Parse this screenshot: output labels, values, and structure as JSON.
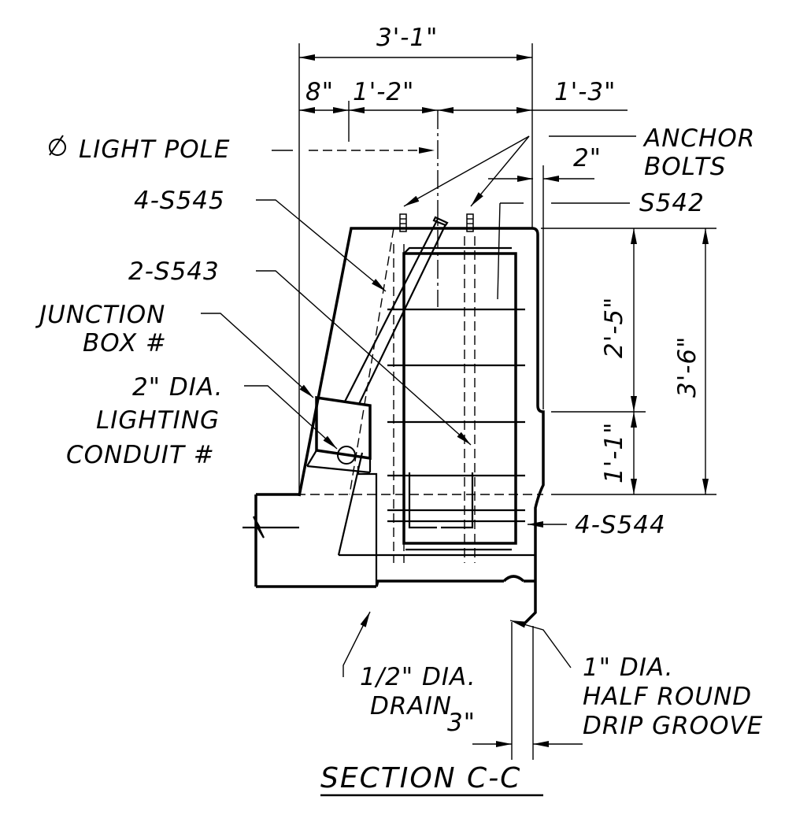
{
  "title": "SECTION C-C",
  "dimensions": {
    "overall_width": "3'-1\"",
    "left_offset": "8\"",
    "pole_offset": "1'-2\"",
    "right_offset": "1'-3\"",
    "bolt_offset": "2\"",
    "upper_height": "2'-5\"",
    "lower_height": "1'-1\"",
    "total_height": "3'-6\"",
    "groove_offset": "3\""
  },
  "labels": {
    "light_pole": "LIGHT POLE",
    "anchor_bolts_1": "ANCHOR",
    "anchor_bolts_2": "BOLTS",
    "bar_s545": "4-S545",
    "bar_s543": "2-S543",
    "bar_s542": "S542",
    "junction_box_1": "JUNCTION",
    "junction_box_2": "BOX #",
    "conduit_1": "2\" DIA.",
    "conduit_2": "LIGHTING",
    "conduit_3": "CONDUIT #",
    "bar_s544": "4-S544",
    "drain_1": "1/2\" DIA.",
    "drain_2": "DRAIN",
    "groove_1": "1\" DIA.",
    "groove_2": "HALF ROUND",
    "groove_3": "DRIP GROOVE"
  }
}
